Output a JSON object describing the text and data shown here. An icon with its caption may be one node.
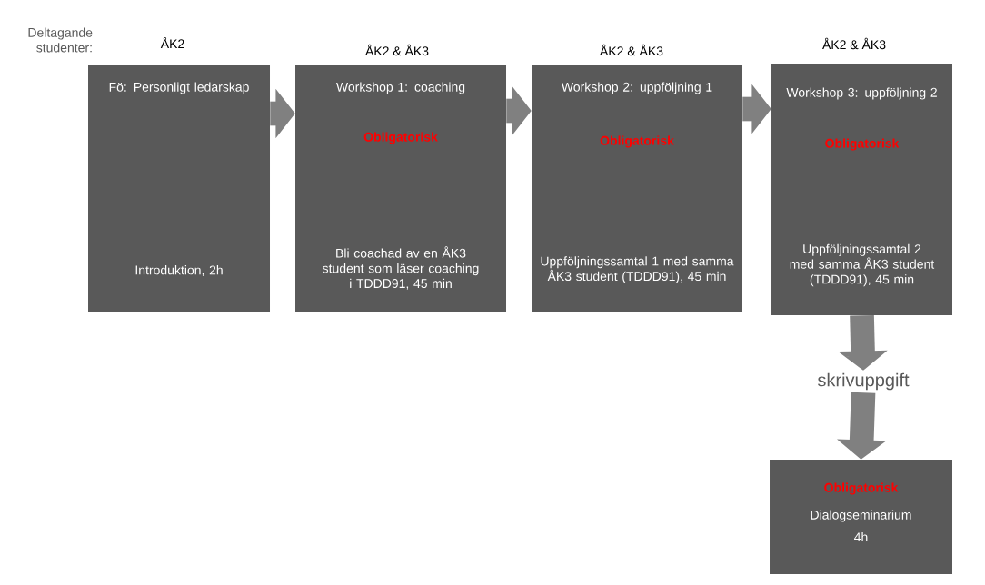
{
  "diagram": {
    "nodes": [
      {
        "text": [
          "Fö: Personligt ledarskap",
          "Introduktion, 2h"
        ],
        "beside": [
          "ÅK2"
        ]
      },
      {
        "text": [
          "Workshop 1: coaching",
          "Obligatorisk",
          "Bli coachad av en ÅK3 student som läser coaching i TDDD91, 45 min"
        ],
        "beside": [
          "ÅK2 & ÅK3"
        ]
      },
      {
        "text": [
          "Workshop 2: uppföljning 1",
          "Obligatorisk",
          "Uppföljningssamtal 1 med samma ÅK3 student (TDDD91), 45 min"
        ],
        "beside": [
          "ÅK2 & ÅK3"
        ]
      },
      {
        "text": [
          "Workshop 3: uppföljning 2",
          "Obligatorisk",
          "Uppföljningssamtal 2 med samma ÅK3 student (TDDD91), 45 min"
        ],
        "beside": [
          "ÅK2 & ÅK3"
        ]
      },
      {
        "text": [
          "skrivuppgift"
        ]
      },
      {
        "text": [
          "Obligatorisk",
          "Dialogseminarium",
          "4h"
        ]
      }
    ],
    "edges": [
      {
        "from": 0,
        "to": 1,
        "arrow": "to"
      },
      {
        "from": 1,
        "to": 2,
        "arrow": "to"
      },
      {
        "from": 2,
        "to": 3,
        "arrow": "to"
      },
      {
        "from": 3,
        "to": 4,
        "arrow": "to"
      },
      {
        "from": 4,
        "to": 5,
        "arrow": "to"
      }
    ],
    "labels": [
      "Deltagande studenter:"
    ]
  }
}
